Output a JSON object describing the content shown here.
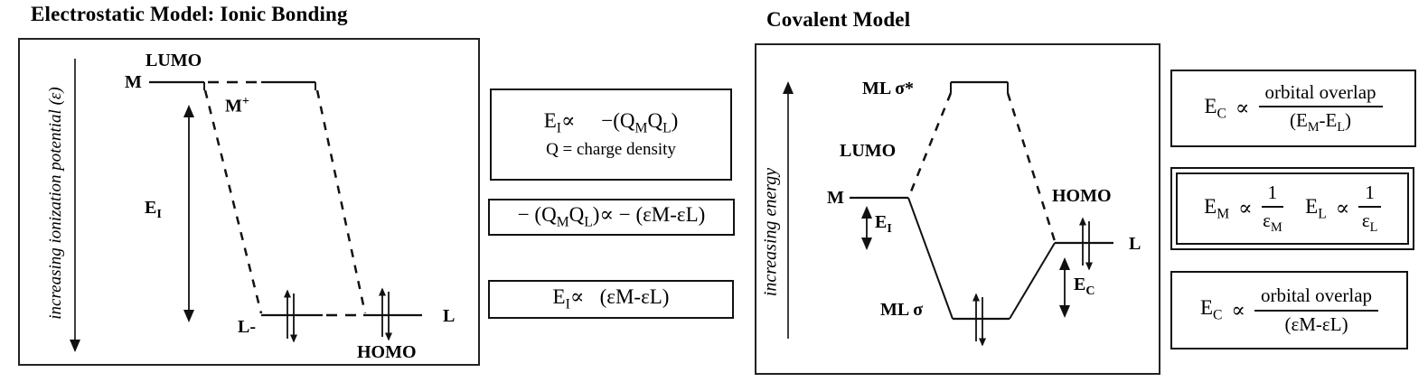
{
  "colors": {
    "ink": "#111111",
    "background": "#ffffff"
  },
  "ionic": {
    "title": "Electrostatic Model: Ionic Bonding",
    "axis_label": "increasing ionization potential (ε)",
    "lumo": "LUMO",
    "m": "M",
    "m_plus": [
      {
        "t": "M"
      },
      {
        "t": "+",
        "sup": true
      }
    ],
    "ei": [
      {
        "t": "E"
      },
      {
        "t": "I",
        "sub": true
      }
    ],
    "l_minus": "L-",
    "l": "L",
    "homo": "HOMO"
  },
  "ionic_equations": [
    {
      "line1": [
        {
          "t": "E"
        },
        {
          "t": "I",
          "sub": true
        },
        {
          "t": "∝     −(Q"
        },
        {
          "t": "M",
          "sub": true
        },
        {
          "t": "Q"
        },
        {
          "t": "L",
          "sub": true
        },
        {
          "t": ")"
        }
      ],
      "line2": "Q = charge density"
    },
    {
      "line1": [
        {
          "t": "− (Q"
        },
        {
          "t": "M",
          "sub": true
        },
        {
          "t": "Q"
        },
        {
          "t": "L",
          "sub": true
        },
        {
          "t": ")∝ − (εM-εL)"
        }
      ]
    },
    {
      "line1": [
        {
          "t": "E"
        },
        {
          "t": "I",
          "sub": true
        },
        {
          "t": "∝   (εM-εL)"
        }
      ]
    }
  ],
  "covalent": {
    "title": "Covalent Model",
    "axis_label": "increasing energy",
    "ml_sigma_star": "ML σ*",
    "lumo": "LUMO",
    "m": "M",
    "ei": [
      {
        "t": "E"
      },
      {
        "t": "I",
        "sub": true
      }
    ],
    "homo": "HOMO",
    "l": "L",
    "ec": [
      {
        "t": "E"
      },
      {
        "t": "C",
        "sub": true
      }
    ],
    "ml_sigma": "ML σ"
  },
  "covalent_equations": [
    {
      "lhs": [
        {
          "t": "E"
        },
        {
          "t": "C",
          "sub": true
        }
      ],
      "propto": "∝",
      "num": "orbital overlap",
      "den": [
        {
          "t": "(E"
        },
        {
          "t": "M",
          "sub": true
        },
        {
          "t": "-E"
        },
        {
          "t": "L",
          "sub": true
        },
        {
          "t": ")"
        }
      ]
    },
    {
      "parts": [
        {
          "lhs": [
            {
              "t": "E"
            },
            {
              "t": "M",
              "sub": true
            }
          ],
          "propto": "∝",
          "num": "1",
          "den": [
            {
              "t": "ε"
            },
            {
              "t": "M",
              "sub": true
            }
          ]
        },
        {
          "lhs": [
            {
              "t": "E"
            },
            {
              "t": "L",
              "sub": true
            }
          ],
          "propto": "∝",
          "num": "1",
          "den": [
            {
              "t": "ε"
            },
            {
              "t": "L",
              "sub": true
            }
          ]
        }
      ]
    },
    {
      "lhs": [
        {
          "t": "E"
        },
        {
          "t": "C",
          "sub": true
        }
      ],
      "propto": "∝",
      "num": "orbital overlap",
      "den": [
        {
          "t": "(εM-εL)"
        }
      ]
    }
  ]
}
